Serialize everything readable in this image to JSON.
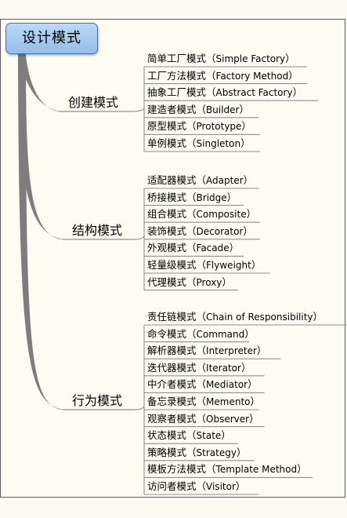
{
  "title": "设计模式",
  "categories": [
    {
      "label": "创建模式",
      "items": [
        {
          "cn": "简单工厂模式",
          "en": "Simple Factory"
        },
        {
          "cn": "工厂方法模式",
          "en": "Factory Method"
        },
        {
          "cn": "抽象工厂模式",
          "en": "Abstract Factory"
        },
        {
          "cn": "建造者模式",
          "en": "Builder"
        },
        {
          "cn": "原型模式",
          "en": "Prototype"
        },
        {
          "cn": "单例模式",
          "en": "Singleton"
        }
      ]
    },
    {
      "label": "结构模式",
      "items": [
        {
          "cn": "适配器模式",
          "en": "Adapter"
        },
        {
          "cn": "桥接模式",
          "en": "Bridge"
        },
        {
          "cn": "组合模式",
          "en": "Composite"
        },
        {
          "cn": "装饰模式",
          "en": "Decorator"
        },
        {
          "cn": "外观模式",
          "en": "Facade"
        },
        {
          "cn": "轻量级模式",
          "en": "Flyweight"
        },
        {
          "cn": "代理模式",
          "en": "Proxy"
        }
      ]
    },
    {
      "label": "行为模式",
      "items": [
        {
          "cn": "责任链模式",
          "en": "Chain of Responsibility"
        },
        {
          "cn": "命令模式",
          "en": "Command"
        },
        {
          "cn": "解析器模式",
          "en": "Interpreter"
        },
        {
          "cn": "迭代器模式",
          "en": "Iterator"
        },
        {
          "cn": "中介者模式",
          "en": "Mediator"
        },
        {
          "cn": "备忘录模式",
          "en": "Memento"
        },
        {
          "cn": "观察者模式",
          "en": "Observer"
        },
        {
          "cn": "状态模式",
          "en": "State"
        },
        {
          "cn": "策略模式",
          "en": "Strategy"
        },
        {
          "cn": "模板方法模式",
          "en": "Template Method"
        },
        {
          "cn": "访问者模式",
          "en": "Visitor"
        }
      ]
    }
  ]
}
